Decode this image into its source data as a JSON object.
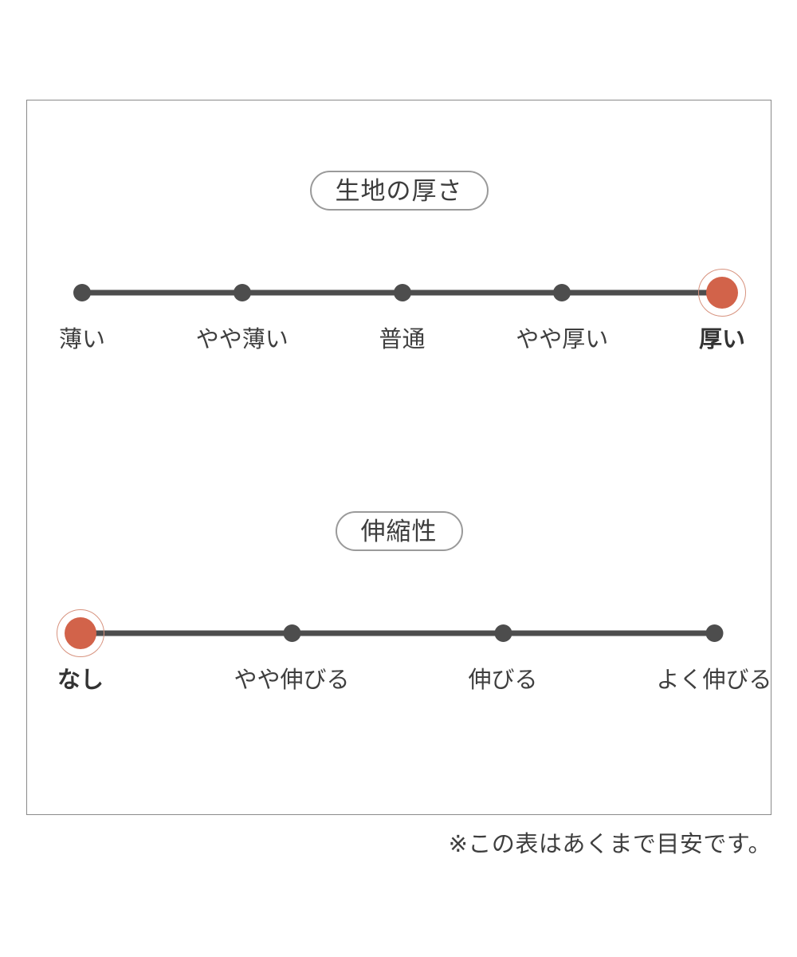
{
  "panel": {
    "sections": [
      {
        "id": "fabric-thickness",
        "heading": "生地の厚さ",
        "scale": {
          "points": [
            {
              "label": "薄い",
              "selected": false
            },
            {
              "label": "やや薄い",
              "selected": false
            },
            {
              "label": "普通",
              "selected": false
            },
            {
              "label": "やや厚い",
              "selected": false
            },
            {
              "label": "厚い",
              "selected": true
            }
          ],
          "selected_index": 4,
          "selected_label": "厚い"
        }
      },
      {
        "id": "stretchiness",
        "heading": "伸縮性",
        "scale": {
          "points": [
            {
              "label": "なし",
              "selected": true
            },
            {
              "label": "やや伸びる",
              "selected": false
            },
            {
              "label": "伸びる",
              "selected": false
            },
            {
              "label": "よく伸びる",
              "selected": false
            }
          ],
          "selected_index": 0,
          "selected_label": "なし"
        }
      }
    ]
  },
  "footnote": "※この表はあくまで目安です。",
  "colors": {
    "selected_dot": "#d2634a",
    "selected_ring": "#d7927e",
    "dot": "#4d4d4d",
    "track": "#4d4d4d",
    "panel_border": "#8a8a8a",
    "text": "#3f3f3f",
    "background": "#ffffff"
  },
  "chart_data": {
    "type": "scale",
    "title": "",
    "charts": [
      {
        "name": "生地の厚さ",
        "categories": [
          "薄い",
          "やや薄い",
          "普通",
          "やや厚い",
          "厚い"
        ],
        "values": [
          0,
          0,
          0,
          0,
          1
        ],
        "selected": "厚い",
        "selected_index": 4
      },
      {
        "name": "伸縮性",
        "categories": [
          "なし",
          "やや伸びる",
          "伸びる",
          "よく伸びる"
        ],
        "values": [
          1,
          0,
          0,
          0
        ],
        "selected": "なし",
        "selected_index": 0
      }
    ]
  }
}
